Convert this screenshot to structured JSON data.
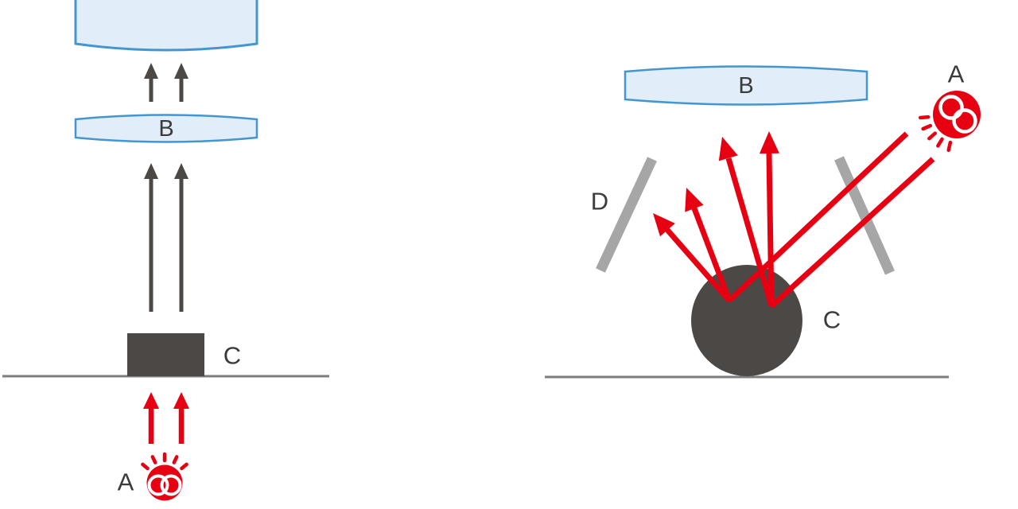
{
  "colors": {
    "red": "#e60012",
    "dark": "#4b4846",
    "bar": "#a6a6a6",
    "ground": "#7d7d7d",
    "lens_fill": "#e1edf8",
    "lens_stroke": "#4396cf",
    "label": "#3b3b3b"
  },
  "left_figure": {
    "label_a": "A",
    "label_b": "B",
    "label_c": "C"
  },
  "right_figure": {
    "label_a": "A",
    "label_b": "B",
    "label_c": "C",
    "label_d": "D"
  }
}
